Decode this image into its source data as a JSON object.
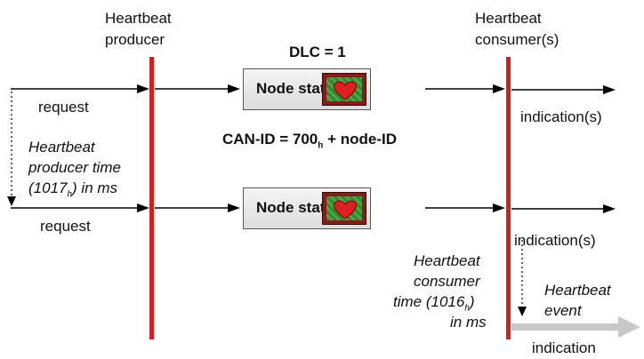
{
  "producer": {
    "line1": "Heartbeat",
    "line2": "producer"
  },
  "consumer": {
    "line1": "Heartbeat",
    "line2": "consumer(s)"
  },
  "dlc": "DLC = 1",
  "canid": {
    "main": "CAN-ID = 700",
    "sub": "h",
    "rest": " + node-ID"
  },
  "frames": [
    {
      "label": "Node state"
    },
    {
      "label": "Node state"
    }
  ],
  "request_labels": [
    "request",
    "request"
  ],
  "indication_labels": [
    "indication(s)",
    "indication(s)"
  ],
  "producer_time": {
    "line1": "Heartbeat",
    "line2": "producer time",
    "line3a": "(1017",
    "line3sub": "h",
    "line3b": ") in ms"
  },
  "consumer_time": {
    "line1": "Heartbeat",
    "line2": "consumer",
    "line3a": "time (1016",
    "line3sub": "h",
    "line3b": ")",
    "line4": "in ms"
  },
  "event": {
    "line1": "Heartbeat",
    "line2": "event"
  },
  "final_indication": "indication",
  "colors": {
    "time_line": "#d42020",
    "arrow": "#000000",
    "event_arrow": "#c8c8c8"
  }
}
